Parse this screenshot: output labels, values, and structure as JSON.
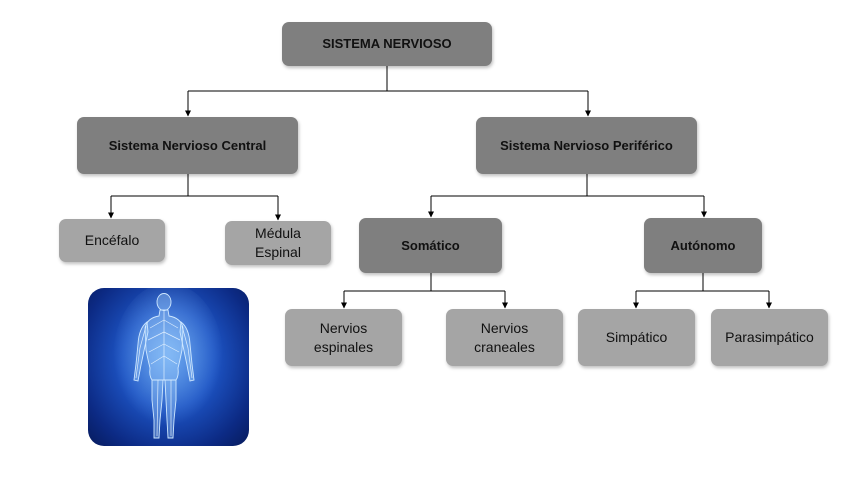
{
  "diagram": {
    "root": "SISTEMA NERVIOSO",
    "central": {
      "label": "Sistema Nervioso Central",
      "children": [
        "Encéfalo",
        "Médula\nEspinal"
      ]
    },
    "peripheral": {
      "label": "Sistema Nervioso Periférico",
      "somatic": {
        "label": "Somático",
        "children": [
          "Nervios\nespinales",
          "Nervios\ncraneales"
        ]
      },
      "autonomic": {
        "label": "Autónomo",
        "children": [
          "Simpático",
          "Parasimpático"
        ]
      }
    },
    "colors": {
      "primary_box": "#7f7f7f",
      "secondary_box": "#a5a5a5",
      "line": "#000000",
      "figure_bg": "#1d54c4"
    },
    "illustration": "human-body-nervous-system-image"
  }
}
